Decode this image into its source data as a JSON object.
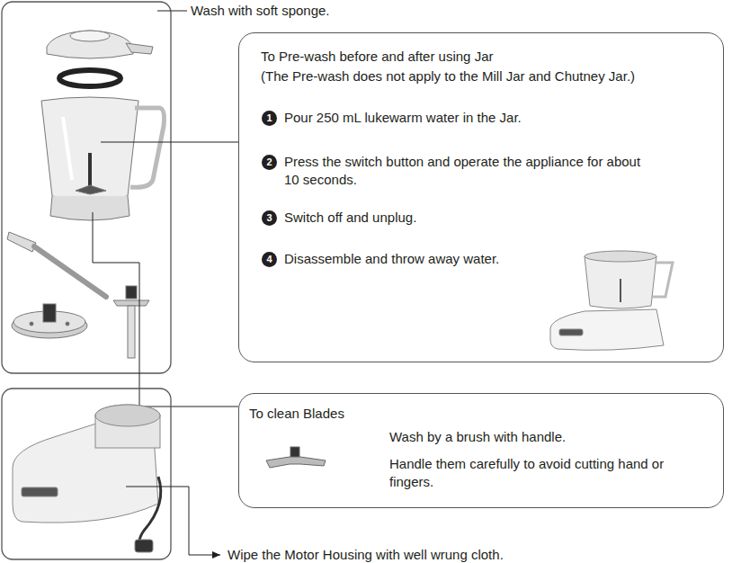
{
  "diagram": {
    "nodes": [
      {
        "text": [
          "To Pre-wash before and after using Jar",
          "(The Pre-wash does not apply to the Mill Jar and Chutney Jar.)",
          "1",
          "Pour 250 mL lukewarm water in the Jar.",
          "2",
          "Press the switch button and operate the appliance for about 10 seconds.",
          "3",
          "Switch off and unplug.",
          "4",
          "Disassemble and throw away water."
        ]
      },
      {
        "text": [
          "To clean Blades",
          "Wash by a brush with handle.",
          "Handle them carefully to avoid cutting hand or fingers."
        ]
      }
    ],
    "labels": [
      "Wash with soft sponge.",
      "Wipe the Motor Housing with well wrung cloth."
    ]
  }
}
